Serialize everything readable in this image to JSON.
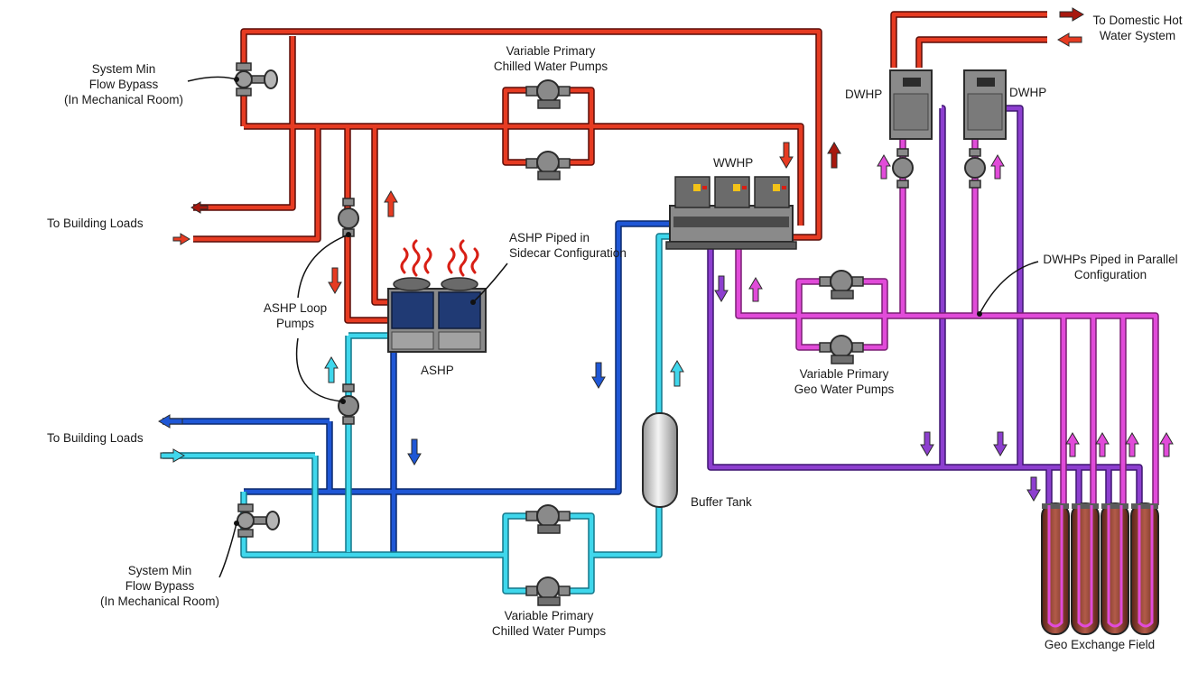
{
  "colors": {
    "hot": "#e63b22",
    "hot_dark": "#a8180e",
    "chilled_supply": "#1f57d6",
    "chilled_return": "#3fd7ec",
    "geo": "#e14bd9",
    "geo_dark": "#8d3fcf",
    "equipment": "#7d7d7d"
  },
  "labels": {
    "bypass_top": "System Min\nFlow Bypass\n(In Mechanical Room)",
    "bypass_bottom": "System Min\nFlow Bypass\n(In Mechanical Room)",
    "chw_pumps_top": "Variable Primary\nChilled Water Pumps",
    "chw_pumps_bottom": "Variable Primary\nChilled Water Pumps",
    "building_loads_top": "To Building Loads",
    "building_loads_bottom": "To Building Loads",
    "asht_loop_pumps": "ASHP Loop\nPumps",
    "ashp_sidecar": "ASHP Piped in\nSidecar Configuration",
    "ashp": "ASHP",
    "wwhp": "WWHP",
    "dwhp_left": "DWHP",
    "dwhp_right": "DWHP",
    "domestic_hot_water": "To Domestic Hot\nWater System",
    "dwhps_parallel": "DWHPs Piped in Parallel\nConfiguration",
    "geo_pumps": "Variable Primary\nGeo Water Pumps",
    "buffer_tank": "Buffer Tank",
    "geo_field": "Geo Exchange Field"
  }
}
